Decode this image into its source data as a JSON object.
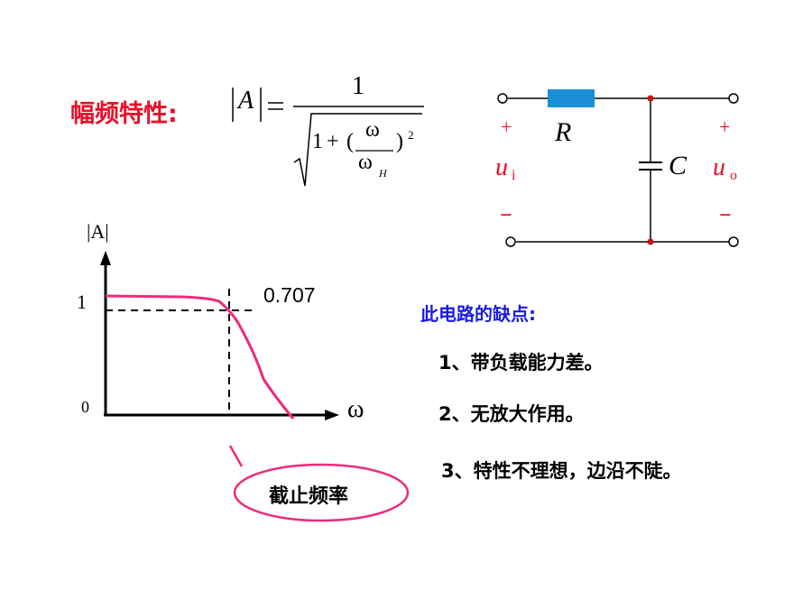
{
  "title": "幅频特性:",
  "formula": {
    "lhs": "A",
    "numerator": "1",
    "one": "1",
    "plus": "+",
    "lparen": "(",
    "rparen": ")",
    "omega": "ω",
    "omega_h": "ω",
    "h_sub": "H",
    "exponent": "2"
  },
  "circuit": {
    "resistor_label": "R",
    "capacitor_label": "C",
    "input_plus": "+",
    "input_minus": "−",
    "input_u": "u",
    "input_sub": "i",
    "output_plus": "+",
    "output_minus": "−",
    "output_u": "u",
    "output_sub": "o"
  },
  "graph": {
    "y_axis_label": "|A|",
    "x_axis_label": "ω",
    "tick_one": "1",
    "origin": "0",
    "level_label": "0.707",
    "callout": "截止频率"
  },
  "disadvantages": {
    "heading": "此电路的缺点:",
    "items": [
      "1、带负载能力差。",
      "2、无放大作用。",
      "3、特性不理想，边沿不陡。"
    ]
  },
  "colors": {
    "red": "#e8102a",
    "blue": "#1a1ae6",
    "resistor": "#1a8fd6",
    "curve": "#ee2a7b",
    "node": "#cc1111"
  }
}
